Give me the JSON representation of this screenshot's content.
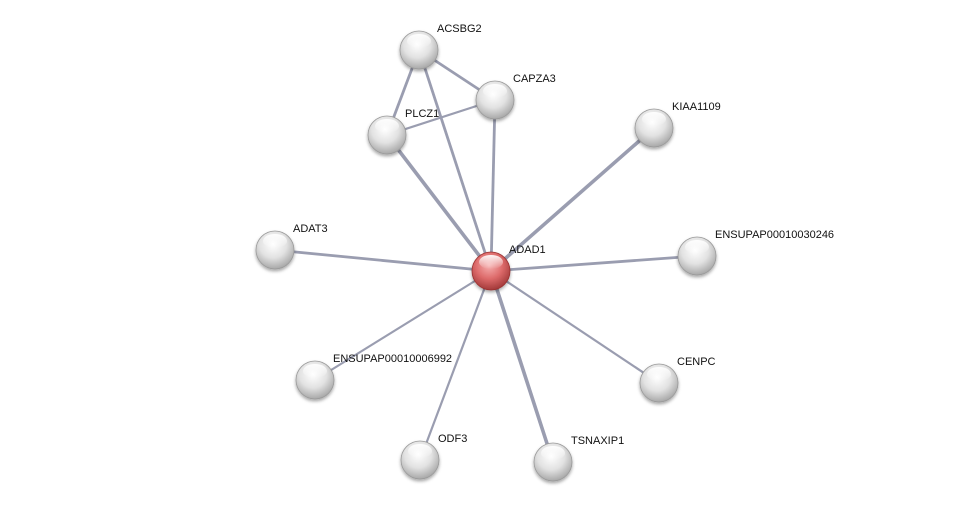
{
  "network": {
    "query_color": "#e06666",
    "node_color": "#e4e4e4",
    "edge_color": "#9a9db0",
    "nodes": [
      {
        "id": "ACSBG2",
        "label": "ACSBG2",
        "query": false
      },
      {
        "id": "CAPZA3",
        "label": "CAPZA3",
        "query": false
      },
      {
        "id": "PLCZ1",
        "label": "PLCZ1",
        "query": false
      },
      {
        "id": "KIAA1109",
        "label": "KIAA1109",
        "query": false
      },
      {
        "id": "ADAT3",
        "label": "ADAT3",
        "query": false
      },
      {
        "id": "ADAD1",
        "label": "ADAD1",
        "query": true
      },
      {
        "id": "ENSUPAP00010030246",
        "label": "ENSUPAP00010030246",
        "query": false
      },
      {
        "id": "ENSUPAP00010006992",
        "label": "ENSUPAP00010006992",
        "query": false
      },
      {
        "id": "CENPC",
        "label": "CENPC",
        "query": false
      },
      {
        "id": "ODF3",
        "label": "ODF3",
        "query": false
      },
      {
        "id": "TSNAXIP1",
        "label": "TSNAXIP1",
        "query": false
      }
    ],
    "edges": [
      {
        "source": "ACSBG2",
        "target": "CAPZA3",
        "strength": "medium"
      },
      {
        "source": "ACSBG2",
        "target": "PLCZ1",
        "strength": "medium"
      },
      {
        "source": "PLCZ1",
        "target": "CAPZA3",
        "strength": "weak"
      },
      {
        "source": "ACSBG2",
        "target": "ADAD1",
        "strength": "medium"
      },
      {
        "source": "PLCZ1",
        "target": "ADAD1",
        "strength": "strong"
      },
      {
        "source": "CAPZA3",
        "target": "ADAD1",
        "strength": "medium"
      },
      {
        "source": "KIAA1109",
        "target": "ADAD1",
        "strength": "strong"
      },
      {
        "source": "ADAT3",
        "target": "ADAD1",
        "strength": "medium"
      },
      {
        "source": "ENSUPAP00010030246",
        "target": "ADAD1",
        "strength": "medium"
      },
      {
        "source": "ENSUPAP00010006992",
        "target": "ADAD1",
        "strength": "weak"
      },
      {
        "source": "CENPC",
        "target": "ADAD1",
        "strength": "weak"
      },
      {
        "source": "ODF3",
        "target": "ADAD1",
        "strength": "weak"
      },
      {
        "source": "TSNAXIP1",
        "target": "ADAD1",
        "strength": "strong"
      }
    ]
  }
}
